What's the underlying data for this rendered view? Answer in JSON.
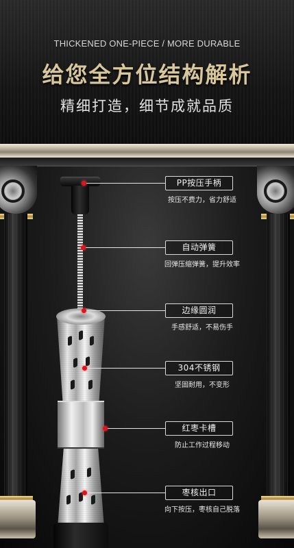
{
  "header": {
    "subtitle_en": "THICKENED ONE-PIECE / MORE DURABLE",
    "title_cn": "给您全方位结构解析",
    "subtitle_cn": "精细打造，细节成就品质"
  },
  "colors": {
    "title_gold": "#d9c79c",
    "marker_red": "#e0141f",
    "background": "#0b0b0b"
  },
  "callouts": [
    {
      "label": "PP按压手柄",
      "desc": "按压不费力，省力舒适"
    },
    {
      "label": "自动弹簧",
      "desc": "回弹压缩弹簧，提升效率"
    },
    {
      "label": "边缘圆润",
      "desc": "手感舒适，不易伤手"
    },
    {
      "label": "304不锈钢",
      "desc": "坚固耐用，不变形"
    },
    {
      "label": "红枣卡槽",
      "desc": "防止工作过程移动"
    },
    {
      "label": "枣核出口",
      "desc": "向下按压，枣核自己脱落"
    }
  ]
}
